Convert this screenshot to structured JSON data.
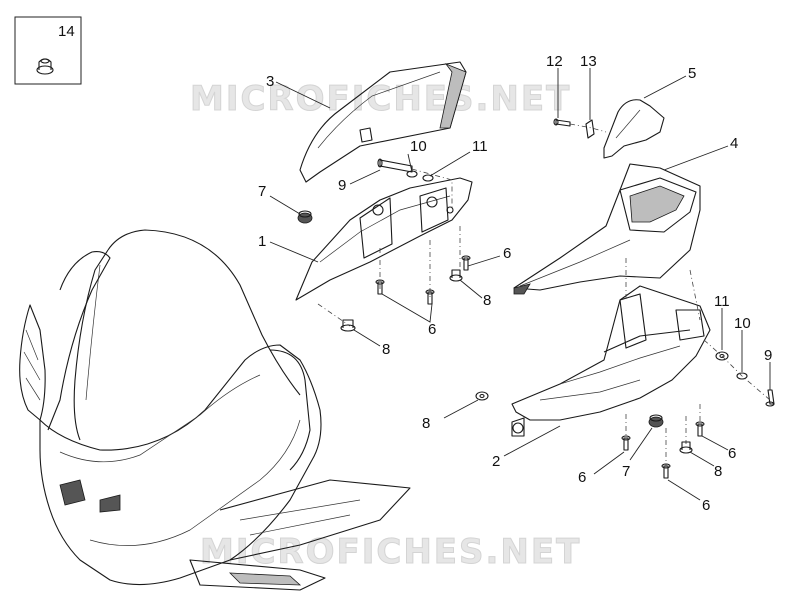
{
  "watermark": "MICROFICHES.NET",
  "inset_label": "14",
  "callouts": {
    "c1": "1",
    "c2": "2",
    "c3": "3",
    "c4": "4",
    "c5": "5",
    "c6a": "6",
    "c6b": "6",
    "c6c": "6",
    "c6d": "6",
    "c6e": "6",
    "c7a": "7",
    "c7b": "7",
    "c8a": "8",
    "c8b": "8",
    "c8c": "8",
    "c8d": "8",
    "c9a": "9",
    "c9b": "9",
    "c10a": "10",
    "c10b": "10",
    "c11a": "11",
    "c11b": "11",
    "c12": "12",
    "c13": "13"
  }
}
